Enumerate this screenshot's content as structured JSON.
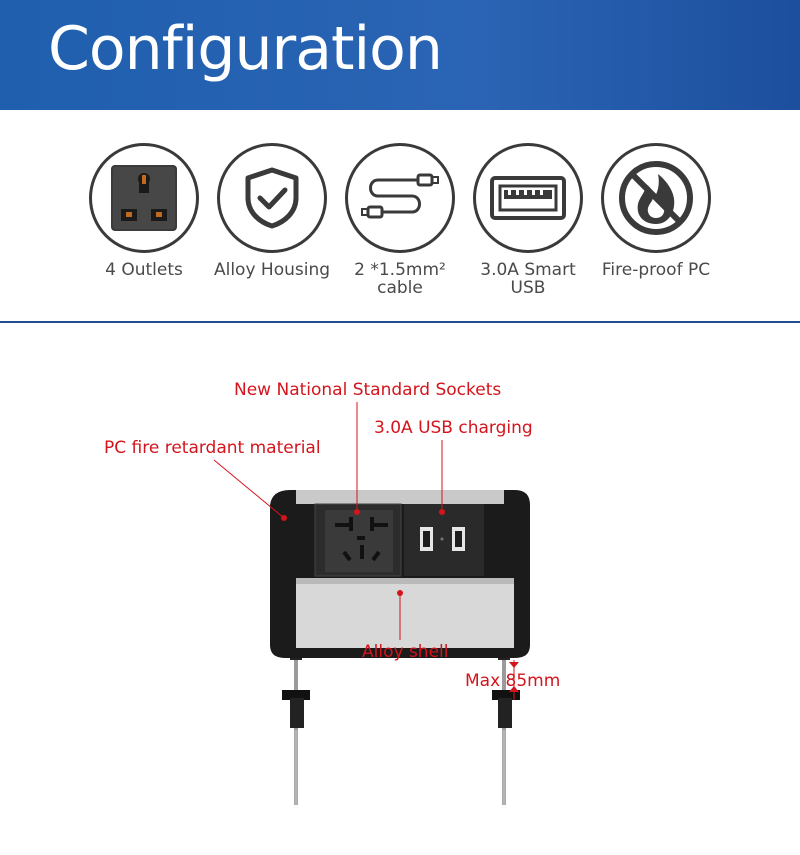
{
  "header": {
    "title": "Configuration"
  },
  "features": [
    {
      "icon": "universal-socket-icon",
      "label_line1": "4 Outlets",
      "label_line2": ""
    },
    {
      "icon": "shield-check-icon",
      "label_line1": "Alloy Housing",
      "label_line2": ""
    },
    {
      "icon": "cable-icon",
      "label_line1": "2 *1.5mm²",
      "label_line2": "cable"
    },
    {
      "icon": "usb-port-icon",
      "label_line1": "3.0A Smart",
      "label_line2": "USB"
    },
    {
      "icon": "no-fire-icon",
      "label_line1": "Fire-proof PC",
      "label_line2": ""
    }
  ],
  "callouts": {
    "sockets": "New National Standard Sockets",
    "usb": "3.0A USB charging",
    "pc": "PC fire retardant material",
    "shell": "Alloy shell",
    "max": "Max 85mm"
  },
  "colors": {
    "header_blue": "#2b64b4",
    "callout_red": "#d4141c",
    "divider": "#1f4f8f"
  }
}
